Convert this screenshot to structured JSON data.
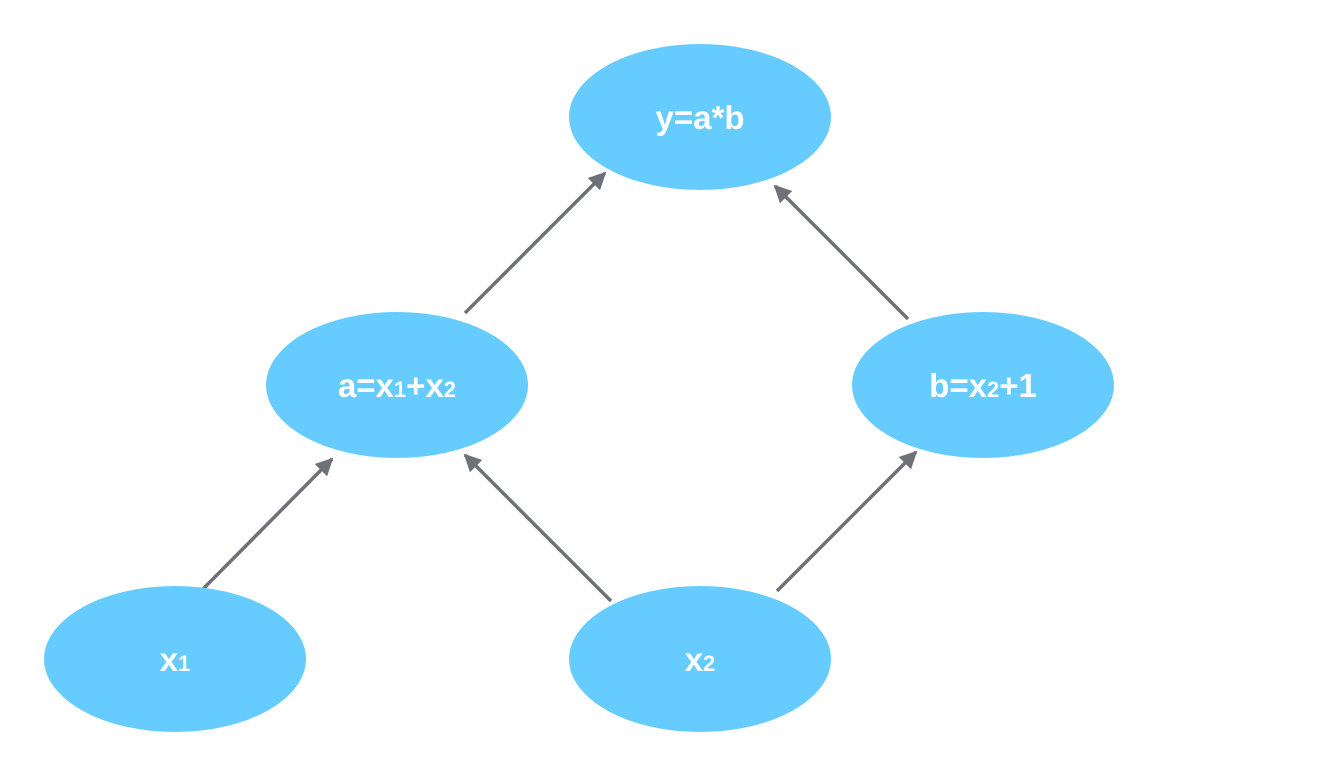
{
  "colors": {
    "node_fill": "#66ccff",
    "edge_stroke": "#6e7177",
    "label": "#ffffff",
    "background": "#ffffff"
  },
  "nodes": {
    "y": {
      "label": [
        {
          "text": "y=a*b",
          "sub": false
        }
      ]
    },
    "a": {
      "label": [
        {
          "text": "a=x",
          "sub": false
        },
        {
          "text": "1",
          "sub": true
        },
        {
          "text": "+x",
          "sub": false
        },
        {
          "text": "2",
          "sub": true
        }
      ]
    },
    "b": {
      "label": [
        {
          "text": "b=x",
          "sub": false
        },
        {
          "text": "2",
          "sub": true
        },
        {
          "text": "+1",
          "sub": false
        }
      ]
    },
    "x1": {
      "label": [
        {
          "text": "x",
          "sub": false
        },
        {
          "text": "1",
          "sub": true
        }
      ]
    },
    "x2": {
      "label": [
        {
          "text": "x",
          "sub": false
        },
        {
          "text": "2",
          "sub": true
        }
      ]
    }
  },
  "edges": [
    {
      "from": "x1",
      "to": "a"
    },
    {
      "from": "x2",
      "to": "a"
    },
    {
      "from": "x2",
      "to": "b"
    },
    {
      "from": "a",
      "to": "y"
    },
    {
      "from": "b",
      "to": "y"
    }
  ]
}
